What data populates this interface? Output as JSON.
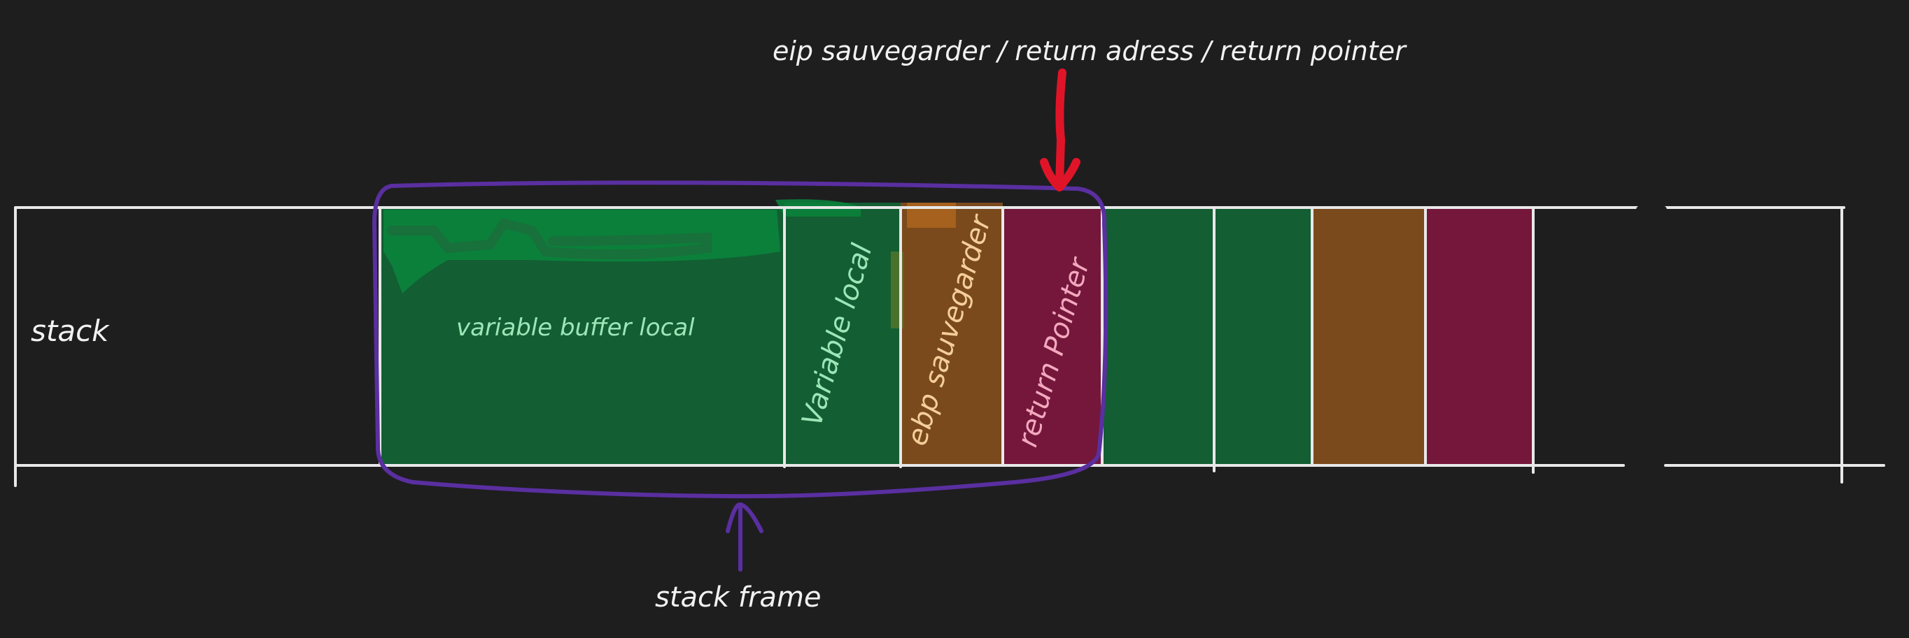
{
  "title_annotation": "eip sauvegarder / return adress / return pointer",
  "stack_label": "stack",
  "stack_frame_label": "stack frame",
  "cells": {
    "buffer": "variable buffer local",
    "local": "Variable local",
    "ebp": "ebp sauvegarder",
    "ret": "return Pointer"
  },
  "colors": {
    "background": "#1e1e1f",
    "stroke": "#e8e8e8",
    "buffer_green": "#135e33",
    "buffer_scribble": "#0b843c",
    "ebp_orange": "#7a4a1d",
    "ret_red": "#74173a",
    "frame_purple": "#5a2fa0",
    "arrow_red": "#e01428"
  }
}
